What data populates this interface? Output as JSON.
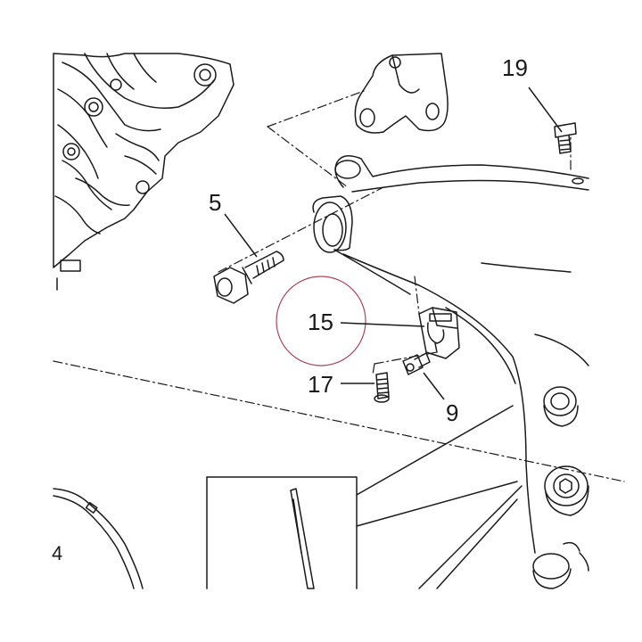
{
  "diagram": {
    "labels": {
      "part_19": "19",
      "part_5": "5",
      "part_15": "15",
      "part_17": "17",
      "part_9": "9",
      "edge_mark": "4"
    },
    "colors": {
      "line": "#1a1a1a",
      "highlight_circle": "#b0445a",
      "background": "#ffffff"
    }
  }
}
